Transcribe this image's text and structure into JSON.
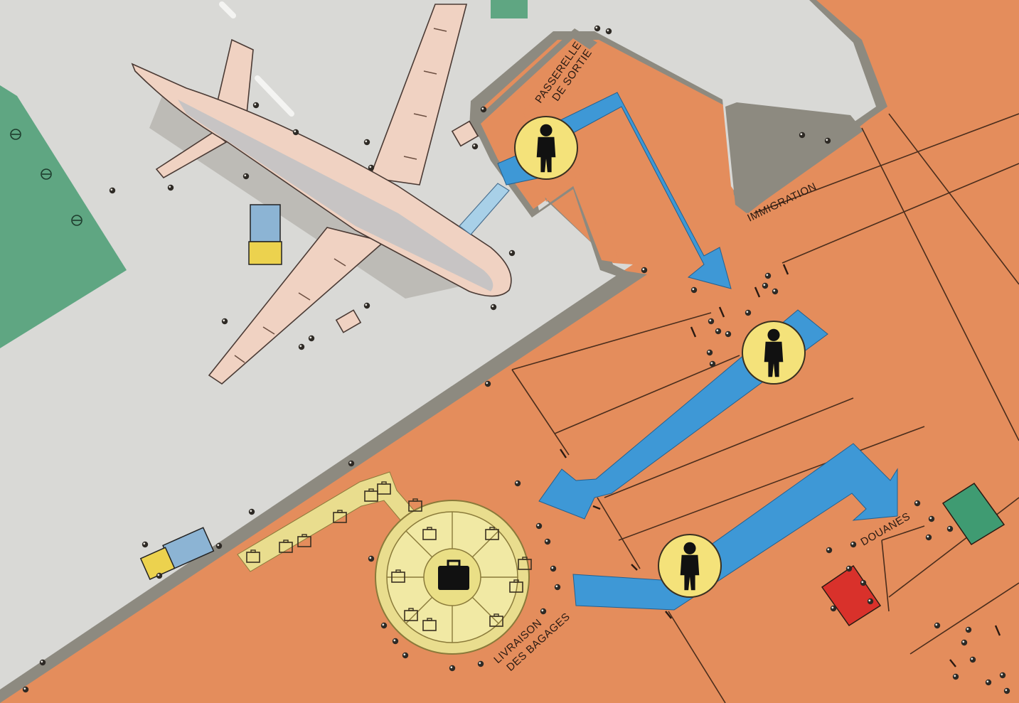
{
  "labels": {
    "gangway_line1": "PASSERELLE",
    "gangway_line2": "DE SORTIE",
    "immigration": "IMMIGRATION",
    "customs": "DOUANES",
    "baggage_line1": "LIVRAISON",
    "baggage_line2": "DES BAGAGES"
  },
  "colors": {
    "terminal": "#e48d5c",
    "apron": "#d9d9d6",
    "wall": "#8d8a80",
    "grass": "#5fa682",
    "route_arrow": "#3e98d6",
    "checkpoint_disc": "#f4e27a",
    "carousel": "#e9dd8e",
    "aircraft_body": "#f0d2c2",
    "red_desk": "#d9312b",
    "green_desk": "#3f9b72"
  },
  "icons": {
    "checkpoint": "person-silhouette-icon",
    "carousel_center": "suitcase-icon",
    "passengers": "person-topdown-icon",
    "vehicles": "baggage-truck-icon"
  }
}
